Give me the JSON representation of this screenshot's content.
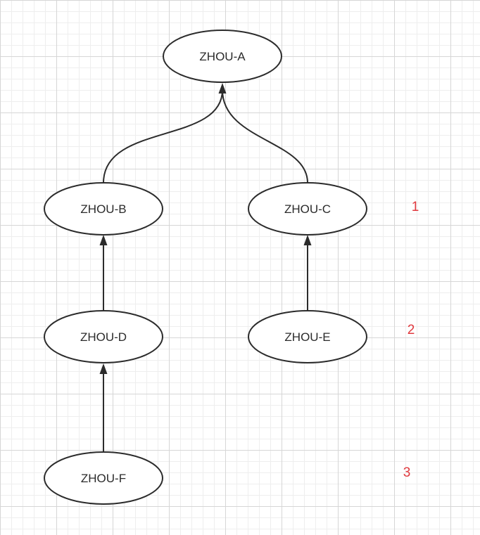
{
  "nodes": [
    {
      "id": "a",
      "label": "ZHOU-A"
    },
    {
      "id": "b",
      "label": "ZHOU-B"
    },
    {
      "id": "c",
      "label": "ZHOU-C"
    },
    {
      "id": "d",
      "label": "ZHOU-D"
    },
    {
      "id": "e",
      "label": "ZHOU-E"
    },
    {
      "id": "f",
      "label": "ZHOU-F"
    }
  ],
  "edges": [
    {
      "from": "b",
      "to": "a"
    },
    {
      "from": "c",
      "to": "a"
    },
    {
      "from": "d",
      "to": "b"
    },
    {
      "from": "e",
      "to": "c"
    },
    {
      "from": "f",
      "to": "d"
    }
  ],
  "levels": [
    "1",
    "2",
    "3"
  ],
  "colors": {
    "stroke": "#2b2b2b",
    "level_label": "#e0393e",
    "grid": "#d6d6d6"
  }
}
